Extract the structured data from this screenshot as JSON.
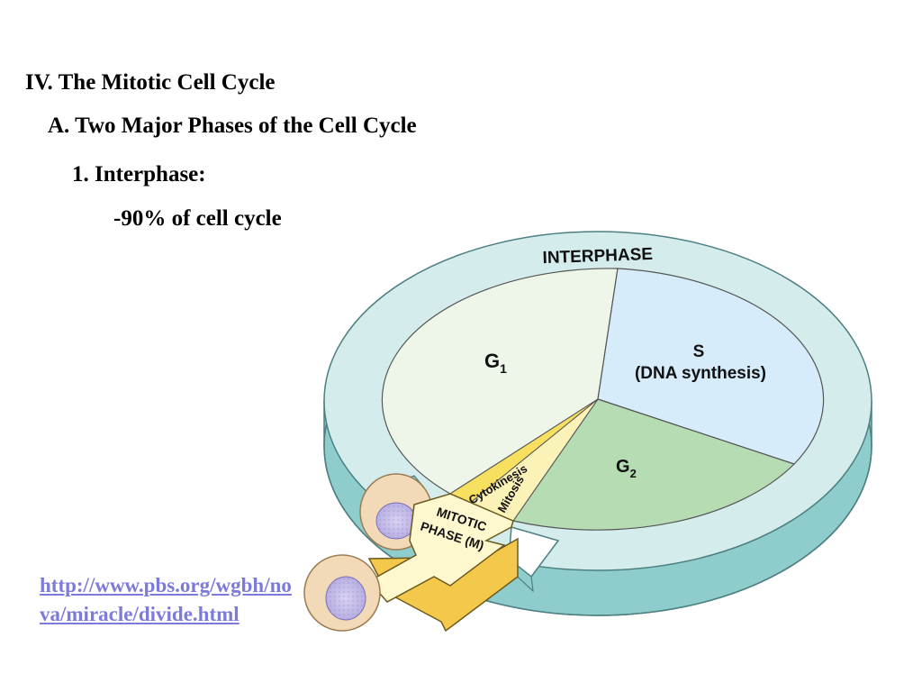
{
  "outline": {
    "heading": "IV. The Mitotic Cell Cycle",
    "subheading": "A. Two Major Phases of the Cell Cycle",
    "item": "1. Interphase:",
    "detail": "-90% of cell cycle"
  },
  "link": {
    "line1": "http://www.pbs.org/wgbh/no",
    "line2": "va/miracle/divide.html"
  },
  "diagram": {
    "ring_label": "INTERPHASE",
    "g1_label": "G",
    "g1_sub": "1",
    "s_label": "S",
    "s_detail": "(DNA synthesis)",
    "g2_label": "G",
    "g2_sub": "2",
    "cytokinesis_label": "Cytokinesis",
    "mitosis_label": "Mitosis",
    "mitotic_line1": "MITOTIC",
    "mitotic_line2": "PHASE (M)"
  },
  "colors": {
    "ring_top": "#d4ecec",
    "ring_side": "#8fcccc",
    "g1": "#eef6ea",
    "s": "#d7ecfb",
    "g2": "#b6dcb4",
    "mitotic": "#f7e060",
    "arrow": "#fff8cf",
    "arrow_side": "#f4c84a",
    "link": "#7d7bd9"
  }
}
